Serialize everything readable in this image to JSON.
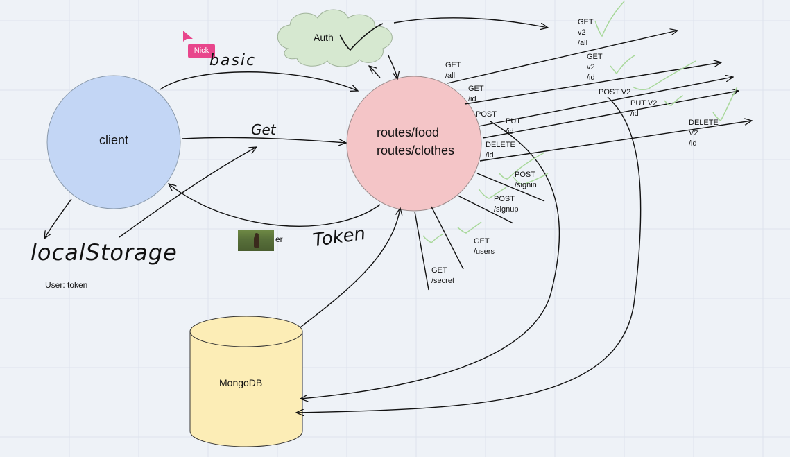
{
  "nodes": {
    "client": "client",
    "auth": "Auth",
    "routes_line1": "routes/food",
    "routes_line2": "routes/clothes",
    "mongodb": "MongoDB",
    "local_storage": "localStorage",
    "user_token": "User: token"
  },
  "handwritten": {
    "basic": "basic",
    "get": "Get",
    "token": "Token",
    "er": "er"
  },
  "cursor": {
    "name": "Nick",
    "color": "#e8468c"
  },
  "routes": [
    {
      "lines": [
        "GET",
        "/all"
      ]
    },
    {
      "lines": [
        "GET",
        "/id"
      ]
    },
    {
      "lines": [
        "POST"
      ]
    },
    {
      "lines": [
        "PUT",
        "/id"
      ]
    },
    {
      "lines": [
        "DELETE",
        "/id"
      ]
    },
    {
      "lines": [
        "POST",
        "/signin"
      ]
    },
    {
      "lines": [
        "POST",
        "/signup"
      ]
    },
    {
      "lines": [
        "GET",
        "/users"
      ]
    },
    {
      "lines": [
        "GET",
        "/secret"
      ]
    },
    {
      "lines": [
        "GET",
        "v2",
        "/all"
      ]
    },
    {
      "lines": [
        "GET",
        "v2",
        "/id"
      ]
    },
    {
      "lines": [
        "POST V2"
      ]
    },
    {
      "lines": [
        "PUT V2",
        "/id"
      ]
    },
    {
      "lines": [
        "DELETE",
        "V2",
        "/id"
      ]
    }
  ],
  "colors": {
    "client_fill": "#c3d6f5",
    "routes_fill": "#f4c5c7",
    "auth_fill": "#d6e8d0",
    "mongodb_fill": "#fcedb6",
    "check_color": "#a8d89a"
  }
}
